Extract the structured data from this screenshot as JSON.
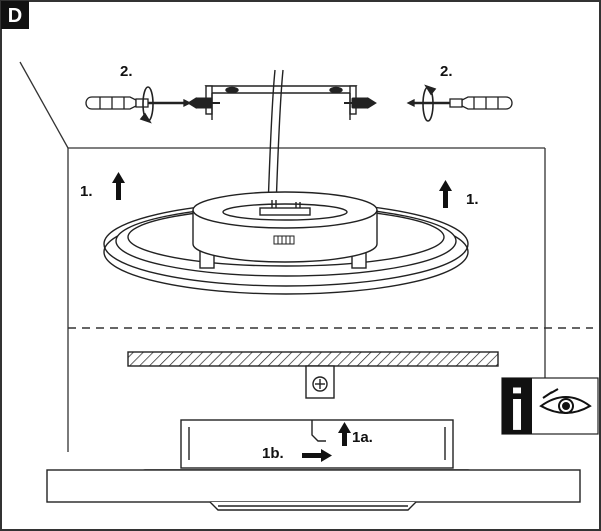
{
  "panel": {
    "letter": "D"
  },
  "steps": {
    "screw_left": "2.",
    "screw_right": "2.",
    "lift_left": "1.",
    "lift_right": "1.",
    "slide_horizontal": "1b.",
    "slide_vertical": "1a."
  },
  "info_badge": {
    "letter": "i",
    "icon": "eye-icon"
  },
  "colors": {
    "ink": "#111111",
    "frame": "#333333",
    "badge": "#111111",
    "background": "#ffffff"
  }
}
